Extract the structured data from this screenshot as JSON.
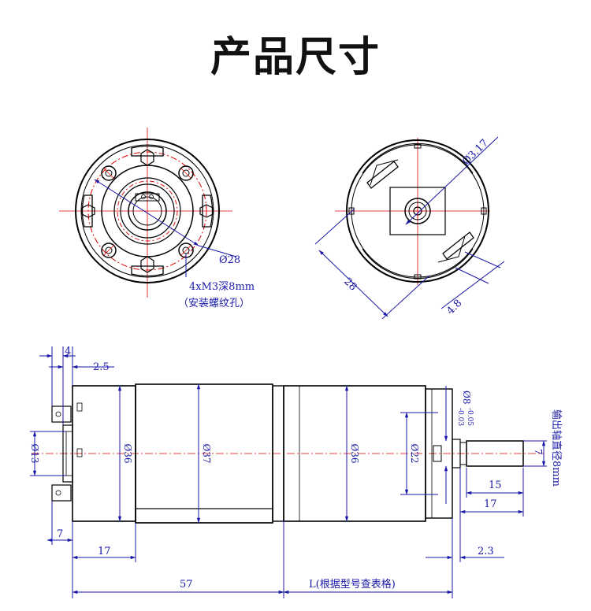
{
  "title": "产品尺寸",
  "front_view": {
    "dia_pcd": "Ø28",
    "thread_note_1": "4xM3深8mm",
    "thread_note_2": "（安装螺纹孔）"
  },
  "rear_view": {
    "dia_brush": "Ø3.17",
    "dim_28": "28",
    "dim_4_8": "4.8"
  },
  "side_view": {
    "dim_4": "4",
    "dim_2_5": "2.5",
    "dia_13": "Ø13",
    "dia_36_left": "Ø36",
    "dia_37": "Ø37",
    "dia_36_right": "Ø36",
    "dia_22": "Ø22",
    "dia_shaft_tol_main": "Ø8",
    "dia_shaft_tol_upper": "-0.03",
    "dia_shaft_tol_lower": "-0.05",
    "shaft_note": "输出轴直径8mm",
    "dim_7_right": "7",
    "dim_15": "15",
    "dim_17_right": "17",
    "dim_7_left": "7",
    "dim_17_left": "17",
    "dim_2_3": "2.3",
    "dim_57": "57",
    "dim_L": "L(根据型号查表格)"
  }
}
